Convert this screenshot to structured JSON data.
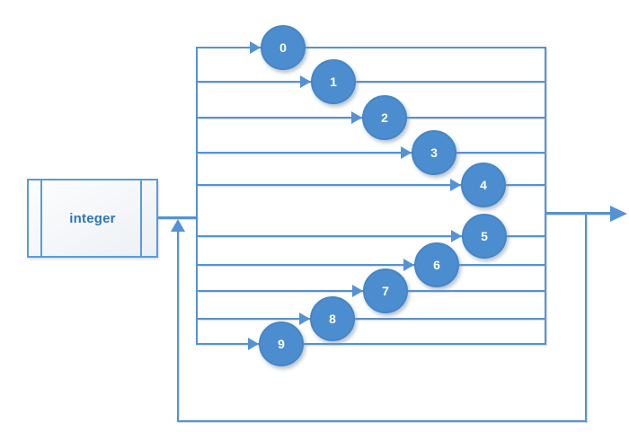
{
  "diagram": {
    "input_block": {
      "label": "integer"
    },
    "nodes": [
      "0",
      "1",
      "2",
      "3",
      "4",
      "5",
      "6",
      "7",
      "8",
      "9"
    ],
    "colors": {
      "connector_line": "#5592d4",
      "frame_border": "#5592d4",
      "node_fill": "#4c8dcf",
      "node_border": "#4486c7",
      "node_text": "#ffffff",
      "input_block_border": "#5b9bd5",
      "input_block_label_text": "#2e75b6",
      "background": "#ffffff"
    }
  }
}
